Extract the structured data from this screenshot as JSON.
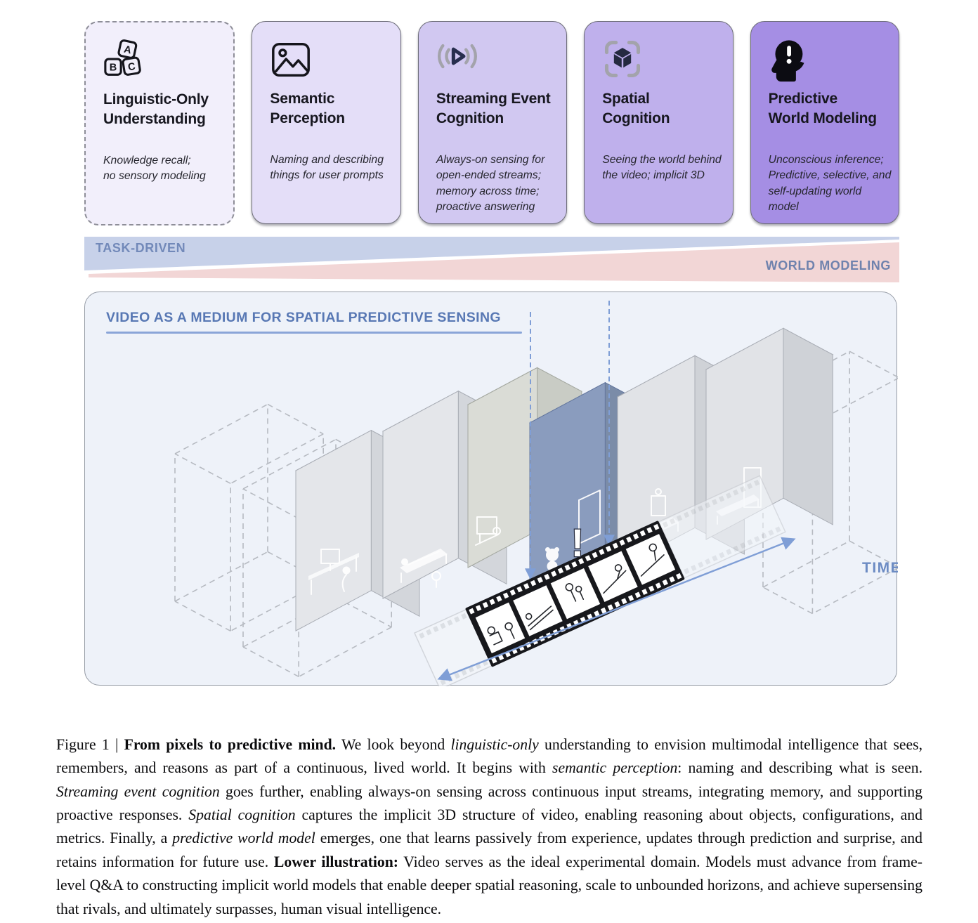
{
  "cards": [
    {
      "title": "Linguistic-Only\nUnderstanding",
      "desc": "Knowledge recall;\nno sensory modeling",
      "icon": "abc-blocks-icon",
      "bg": "#f2effb"
    },
    {
      "title": "Semantic\nPerception",
      "desc": "Naming and describing\nthings for user prompts",
      "icon": "image-icon",
      "bg": "#e4def8"
    },
    {
      "title": "Streaming Event\nCognition",
      "desc": "Always-on sensing for\nopen-ended streams;\nmemory across time;\nproactive answering",
      "icon": "streaming-waves-play-icon",
      "bg": "#d1c8f1"
    },
    {
      "title": "Spatial\nCognition",
      "desc": "Seeing the world behind\nthe video; implicit 3D",
      "icon": "cube-scan-icon",
      "bg": "#bfb0ec"
    },
    {
      "title": "Predictive\nWorld Modeling",
      "desc": "Unconscious inference;\nPredictive, selective, and\nself-updating world model",
      "icon": "head-alert-icon",
      "bg": "#a58ee4"
    }
  ],
  "spectrum": {
    "left_label": "TASK-DRIVEN",
    "right_label": "WORLD MODELING",
    "left_color": "#c7d1e9",
    "right_color": "#f2d6d6",
    "left_text_color": "#7289b9",
    "right_text_color": "#6f82ad"
  },
  "panel": {
    "title": "VIDEO AS A MEDIUM FOR SPATIAL PREDICTIVE SENSING",
    "time_label": "TIME",
    "alert_glyph": "!",
    "background": "#eef2f9",
    "title_color": "#5878b4",
    "highlight_box_color": "#8a9cbe",
    "accent_blue": "#7f9ed6"
  },
  "caption": {
    "segments": [
      {
        "t": "Figure 1 | "
      },
      {
        "t": "From pixels to predictive mind.",
        "b": true
      },
      {
        "t": " We look beyond "
      },
      {
        "t": "linguistic-only",
        "i": true
      },
      {
        "t": " understanding to envision multimodal intelligence that sees, remembers, and reasons as part of a continuous, lived world. It begins with "
      },
      {
        "t": "semantic perception",
        "i": true
      },
      {
        "t": ": naming and describing what is seen. "
      },
      {
        "t": "Streaming event cognition",
        "i": true
      },
      {
        "t": " goes further, enabling always-on sensing across continuous input streams, integrating memory, and supporting proactive responses. "
      },
      {
        "t": "Spatial cognition",
        "i": true
      },
      {
        "t": " captures the implicit 3D structure of video, enabling reasoning about objects, configurations, and metrics. Finally, a "
      },
      {
        "t": "predictive world model",
        "i": true
      },
      {
        "t": " emerges, one that learns passively from experience, updates through prediction and surprise, and retains information for future use. "
      },
      {
        "t": "Lower illustration:",
        "b": true
      },
      {
        "t": " Video serves as the ideal experimental domain. Models must advance from frame-level Q&A to constructing implicit world models that enable deeper spatial reasoning, scale to unbounded horizons, and achieve supersensing that rivals, and ultimately surpasses, human visual intelligence."
      }
    ]
  }
}
